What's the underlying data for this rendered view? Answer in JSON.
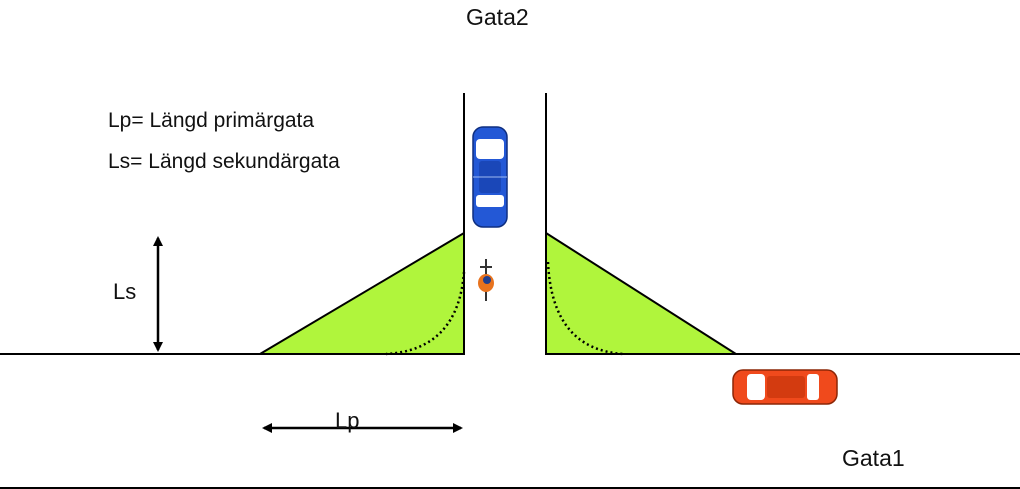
{
  "labels": {
    "street_top": "Gata2",
    "street_right": "Gata1",
    "legend_lp": "Lp= Längd primärgata",
    "legend_ls": "Ls= Längd sekundärgata",
    "dim_ls": "Ls",
    "dim_lp": "Lp"
  },
  "colors": {
    "sight_triangle": "#b0f53c",
    "road_line": "#000000",
    "car_blue": "#2358d6",
    "car_red": "#f04a1c",
    "cyclist": "#e8731e"
  },
  "icons": {
    "car_top": "blue-car-icon",
    "car_bottom": "red-car-icon",
    "cyclist": "cyclist-icon"
  }
}
